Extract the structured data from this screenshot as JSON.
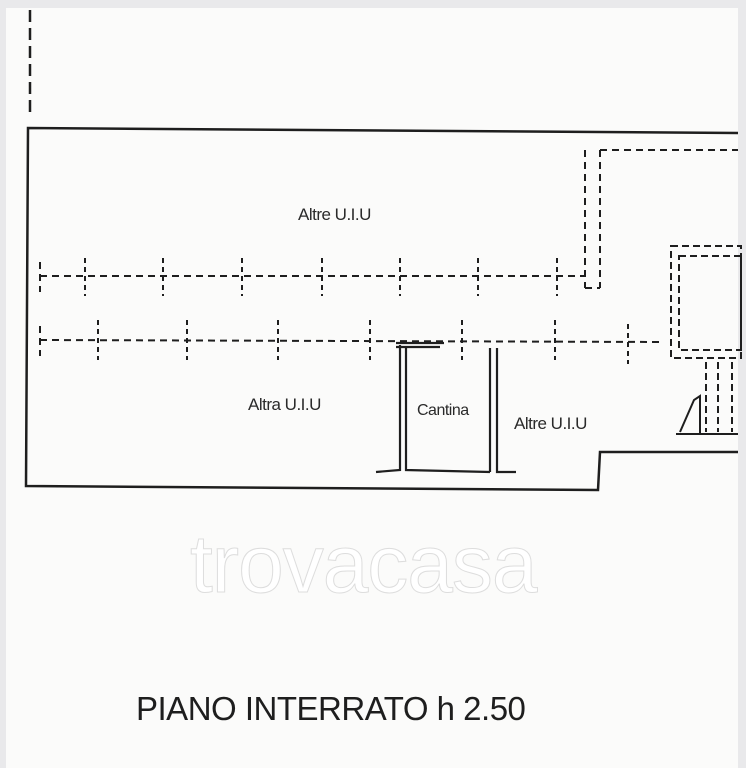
{
  "plan": {
    "rooms": [
      {
        "label": "Altre U.I.U"
      },
      {
        "label": "Altra U.I.U"
      },
      {
        "label": "Cantina"
      },
      {
        "label": "Altre U.I.U"
      }
    ],
    "title": "PIANO INTERRATO h 2.50",
    "watermark": "trovacasa",
    "line_color": "#1e1e1e"
  }
}
